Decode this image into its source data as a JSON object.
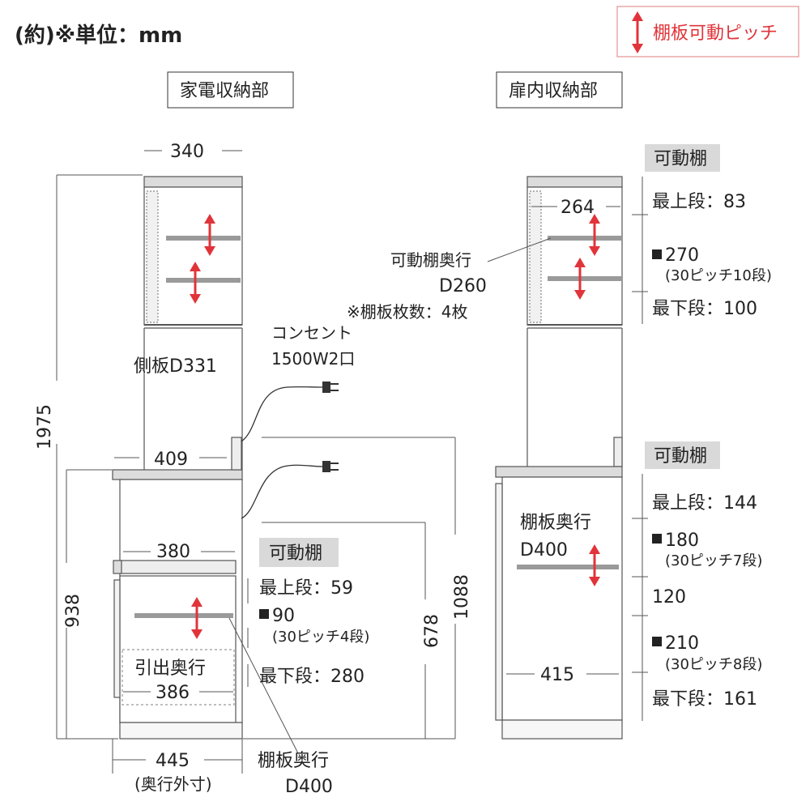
{
  "header": {
    "unit_note": "(約)※単位：mm",
    "legend_label": "棚板可動ピッチ",
    "colors": {
      "accent": "#e0343a",
      "badge_bg": "#d9d9d9",
      "line": "#555555"
    }
  },
  "left_unit": {
    "title": "家電収納部",
    "dims": {
      "top_width": "340",
      "total_height": "1975",
      "side_panel": "側板D331",
      "counter_depth": "409",
      "inner_width": "380",
      "lower_height": "938",
      "upper_height": "1088",
      "middle_height": "678",
      "depth_outer": "445",
      "depth_outer_note": "(奥行外寸)",
      "drawer_label": "引出奥行",
      "drawer_depth": "386"
    },
    "outlet": {
      "label": "コンセント",
      "spec": "1500W2口"
    },
    "shelf_count": "※棚板枚数：4枚",
    "movable_shelf": {
      "badge": "可動棚",
      "top_row": "最上段：59",
      "pitch_value": "90",
      "pitch_note": "(30ピッチ4段)",
      "bottom_row": "最下段：280"
    },
    "shelf_depth_label": "棚板奥行",
    "shelf_depth_value": "D400"
  },
  "right_unit": {
    "title": "扉内収納部",
    "upper": {
      "width": "264",
      "shelf_depth_label": "可動棚奥行",
      "shelf_depth_value": "D260",
      "badge": "可動棚",
      "top_row": "最上段：83",
      "pitch_value": "270",
      "pitch_note": "(30ピッチ10段)",
      "bottom_row": "最下段：100"
    },
    "lower": {
      "shelf_depth_label": "棚板奥行",
      "shelf_depth_value": "D400",
      "width": "415",
      "badge": "可動棚",
      "top_row": "最上段：144",
      "pitch_a_value": "180",
      "pitch_a_note": "(30ピッチ7段)",
      "gap_value": "120",
      "pitch_b_value": "210",
      "pitch_b_note": "(30ピッチ8段)",
      "bottom_row": "最下段：161"
    }
  }
}
